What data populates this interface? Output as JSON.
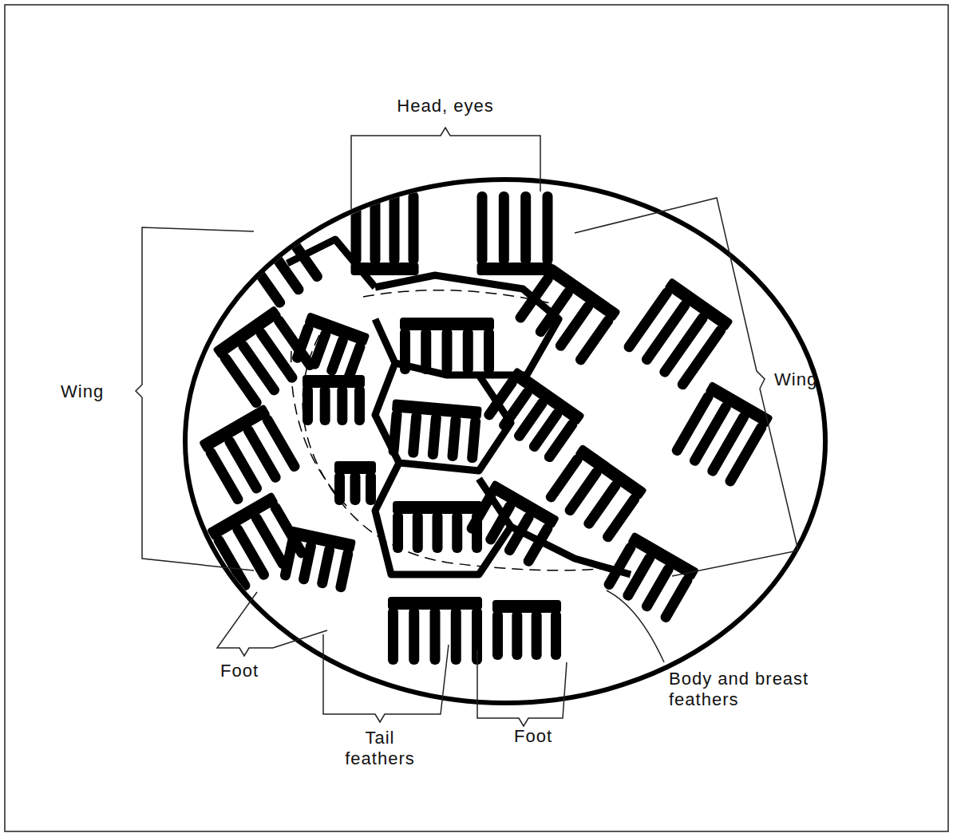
{
  "diagram": {
    "labels": [
      "Head, eyes",
      "Wing",
      "Wing",
      "Foot",
      "Tail feathers",
      "Foot",
      "Body and breast feathers"
    ]
  }
}
